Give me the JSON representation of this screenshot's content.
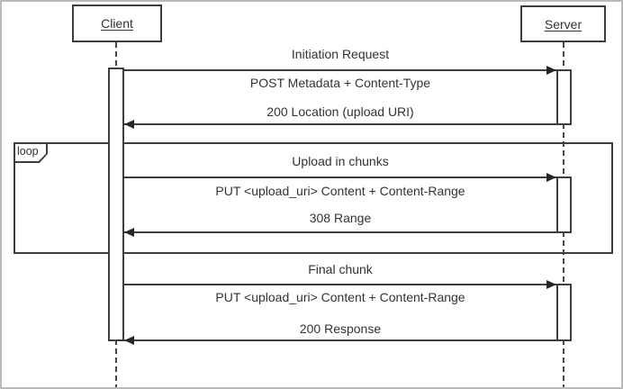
{
  "colors": {
    "line": "#3d3d3d",
    "text": "#333333",
    "frame": "#b9b9b9",
    "background": "#ffffff"
  },
  "actors": {
    "client": "Client",
    "server": "Server"
  },
  "loop_fragment": {
    "label": "loop"
  },
  "sections": [
    {
      "title": "Initiation Request",
      "request": "POST Metadata + Content-Type",
      "response": "200 Location (upload URI)"
    },
    {
      "title": "Upload in chunks",
      "request": "PUT <upload_uri> Content + Content-Range",
      "response": "308 Range"
    },
    {
      "title": "Final chunk",
      "request": "PUT <upload_uri> Content + Content-Range",
      "response": "200 Response"
    }
  ]
}
